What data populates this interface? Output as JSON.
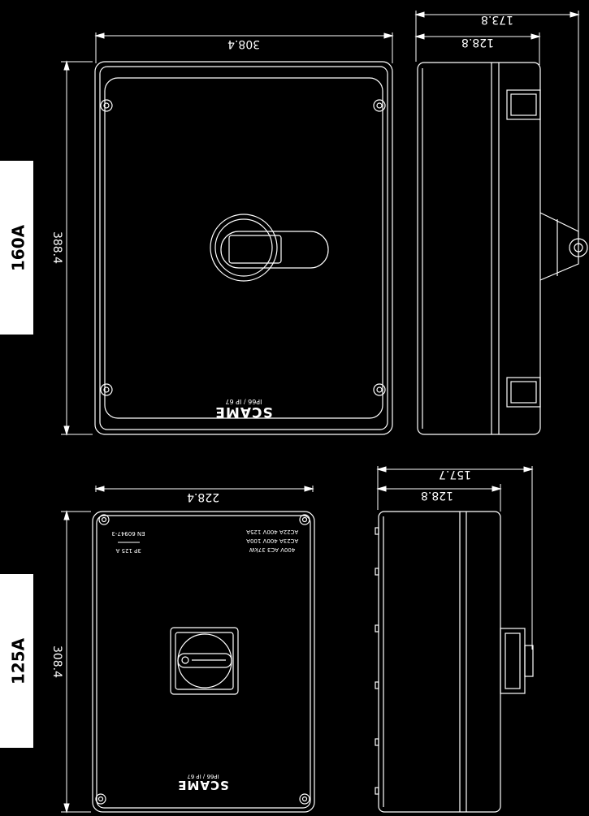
{
  "colors": {
    "background": "#000000",
    "line": "#ffffff",
    "label_box": "#ffffff",
    "label_text": "#000000"
  },
  "upper_variant": {
    "rating_label": "160A",
    "width_dim": "308.4",
    "height_dim": "388.4",
    "depth_total_dim": "173.8",
    "depth_body_dim": "128.8",
    "brand": "SCAME",
    "marking": "IP66 / IP 67"
  },
  "lower_variant": {
    "rating_label": "125A",
    "width_dim": "228.4",
    "height_dim": "308.4",
    "depth_total_dim": "157.7",
    "depth_body_dim": "128.8",
    "brand": "SCAME",
    "marking": "IP66 / IP 67",
    "spec_left_1": "EN 60947-3",
    "spec_left_2": "3P 125 A",
    "spec_right_1": "AC22A 400V 125A",
    "spec_right_2": "AC23A 400V 100A",
    "spec_right_3": "400V AC3 37kW"
  }
}
